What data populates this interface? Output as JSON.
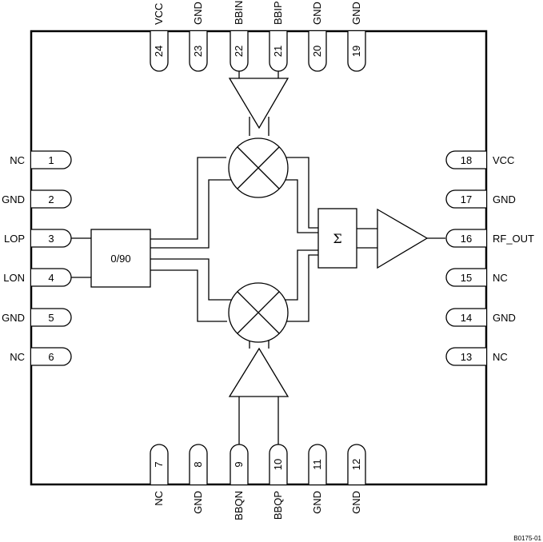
{
  "pins": [
    {
      "num": "1",
      "name": "NC"
    },
    {
      "num": "2",
      "name": "GND"
    },
    {
      "num": "3",
      "name": "LOP"
    },
    {
      "num": "4",
      "name": "LON"
    },
    {
      "num": "5",
      "name": "GND"
    },
    {
      "num": "6",
      "name": "NC"
    },
    {
      "num": "7",
      "name": "NC"
    },
    {
      "num": "8",
      "name": "GND"
    },
    {
      "num": "9",
      "name": "BBQN"
    },
    {
      "num": "10",
      "name": "BBQP"
    },
    {
      "num": "11",
      "name": "GND"
    },
    {
      "num": "12",
      "name": "GND"
    },
    {
      "num": "13",
      "name": "NC"
    },
    {
      "num": "14",
      "name": "GND"
    },
    {
      "num": "15",
      "name": "NC"
    },
    {
      "num": "16",
      "name": "RF_OUT"
    },
    {
      "num": "17",
      "name": "GND"
    },
    {
      "num": "18",
      "name": "VCC"
    },
    {
      "num": "19",
      "name": "GND"
    },
    {
      "num": "20",
      "name": "GND"
    },
    {
      "num": "21",
      "name": "BBIP"
    },
    {
      "num": "22",
      "name": "BBIN"
    },
    {
      "num": "23",
      "name": "GND"
    },
    {
      "num": "24",
      "name": "VCC"
    }
  ],
  "blocks": {
    "phase_splitter": "0/90",
    "summer": "Σ"
  },
  "doc_id": "B0175-01"
}
